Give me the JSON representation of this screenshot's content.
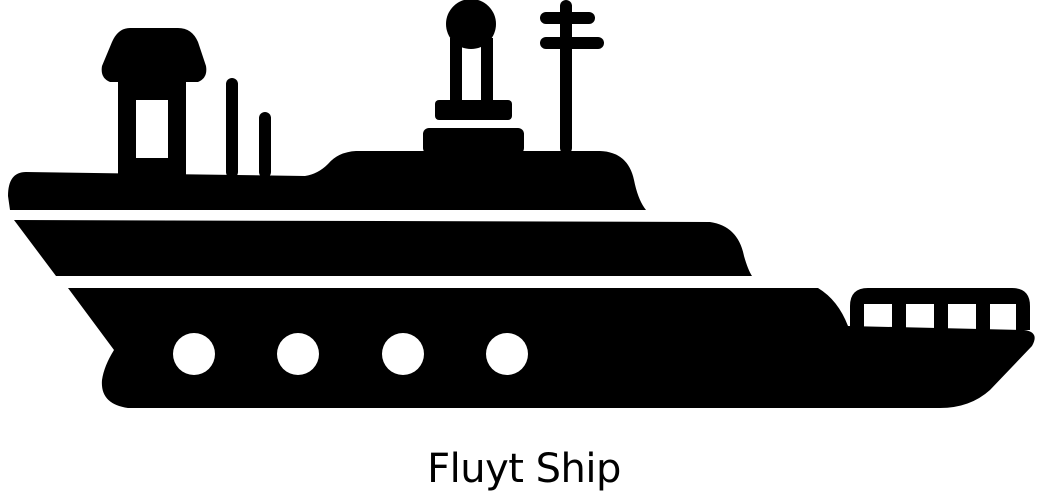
{
  "caption": "Fluyt Ship",
  "colors": {
    "background": "#ffffff",
    "ink": "#000000"
  },
  "illustration": {
    "subject": "ship-icon",
    "porthole_count": 4,
    "railing_window_count": 4
  }
}
